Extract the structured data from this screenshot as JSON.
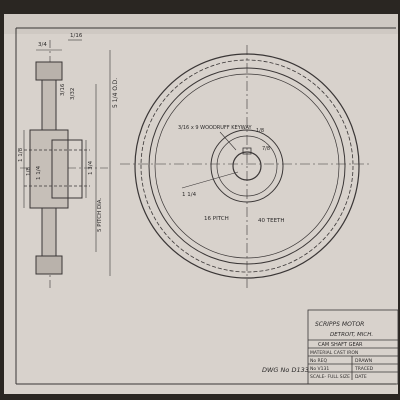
{
  "drawing": {
    "colors": {
      "paper": "#d8d2cc",
      "ink": "#3a3636",
      "dark_border": "#2a2622"
    },
    "front_view": {
      "keyway_note": "3/16 x 9 WOODRUFF KEYWAY",
      "pitch_note": "16 PITCH",
      "teeth_note": "40 TEETH",
      "key_dim": "1/8",
      "bore_dim": "7/8",
      "radius_dim": "1 1/4"
    },
    "section_view": {
      "top_width_dim": "3/4",
      "top_right_dim": "1/16",
      "od_dim": "5 1/4 O.D.",
      "rim_dim": "3/32",
      "hub_dia_dim": "1 3/4",
      "hub_left_dim": "1/8",
      "hub_dim2": "1 1/4",
      "pitch_dia_dim": "5 PITCH DIA.",
      "web_dim": "3/16",
      "left_dim": "1 1/8"
    },
    "title_block": {
      "company": "SCRIPPS MOTOR",
      "city": "DETROIT, MICH.",
      "part_name": "CAM SHAFT GEAR",
      "material": "MATERIAL CAST IRON",
      "no_req": "No REQ",
      "drawn": "DRAWN",
      "part_no": "No V131",
      "traced": "TRACED",
      "scale": "SCALE- FULL SIZE",
      "date": "DATE"
    },
    "drawing_number": "DWG No D133"
  }
}
